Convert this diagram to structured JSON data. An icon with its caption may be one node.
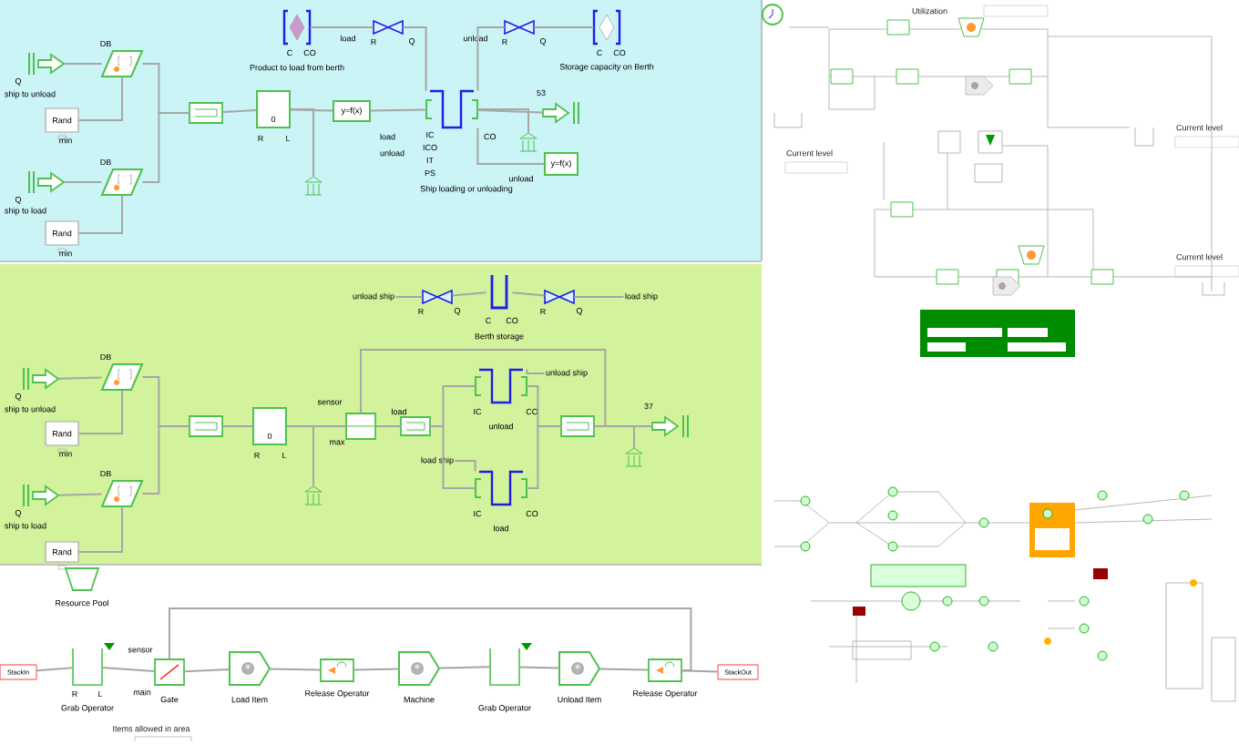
{
  "diagram": {
    "nodes": [
      {
        "text": [],
        "shape": "arrow",
        "beside": [
          "Q",
          "ship to unload"
        ]
      },
      {
        "text": [],
        "shape": "parallelogram",
        "beside": [
          "DB"
        ]
      },
      {
        "text": [
          "Rand"
        ],
        "beside": [
          "min"
        ]
      },
      {
        "text": [],
        "shape": "arrow",
        "beside": [
          "Q",
          "ship to load"
        ]
      },
      {
        "text": [],
        "shape": "parallelogram",
        "beside": [
          "DB"
        ]
      },
      {
        "text": [
          "Rand"
        ],
        "beside": [
          "min"
        ]
      },
      {
        "text": [],
        "shape": "box"
      },
      {
        "text": [
          "0"
        ],
        "beside": [
          "R",
          "L"
        ]
      },
      {
        "text": [
          "y=f(x)"
        ],
        "beside": [
          "load",
          "unload"
        ]
      },
      {
        "text": [],
        "shape": "container",
        "beside": [
          "IC",
          "ICO",
          "IT",
          "PS",
          "Ship loading or unloading",
          "CO"
        ]
      },
      {
        "text": [],
        "shape": "arrow",
        "beside": [
          "53"
        ]
      },
      {
        "text": [
          "y=f(x)"
        ],
        "beside": [
          "unload"
        ]
      },
      {
        "text": [],
        "shape": "diamond",
        "beside": [
          "C",
          "CO",
          "Product to load from berth"
        ]
      },
      {
        "text": [],
        "shape": "valve",
        "beside": [
          "load",
          "R",
          "Q"
        ]
      },
      {
        "text": [],
        "shape": "valve",
        "beside": [
          "unload",
          "R",
          "Q"
        ]
      },
      {
        "text": [],
        "shape": "diamond",
        "beside": [
          "C",
          "CO",
          "Storage capacity on Berth"
        ]
      },
      {
        "text": [],
        "shape": "building"
      },
      {
        "text": [],
        "shape": "building"
      },
      {
        "text": [],
        "shape": "arrow",
        "beside": [
          "Q",
          "ship to unload"
        ]
      },
      {
        "text": [],
        "shape": "parallelogram",
        "beside": [
          "DB"
        ]
      },
      {
        "text": [
          "Rand"
        ],
        "beside": [
          "min"
        ]
      },
      {
        "text": [],
        "shape": "arrow",
        "beside": [
          "Q",
          "ship to load"
        ]
      },
      {
        "text": [],
        "shape": "parallelogram",
        "beside": [
          "DB"
        ]
      },
      {
        "text": [
          "Rand"
        ]
      },
      {
        "text": [],
        "shape": "box"
      },
      {
        "text": [
          "0"
        ],
        "beside": [
          "R",
          "L"
        ]
      },
      {
        "text": [],
        "shape": "box",
        "beside": [
          "sensor",
          "max"
        ]
      },
      {
        "text": [],
        "shape": "box",
        "beside": [
          "load"
        ]
      },
      {
        "text": [],
        "shape": "container",
        "beside": [
          "IC",
          "CO",
          "unload"
        ]
      },
      {
        "text": [],
        "shape": "container",
        "beside": [
          "IC",
          "CO",
          "load"
        ]
      },
      {
        "text": [],
        "shape": "box"
      },
      {
        "text": [],
        "shape": "arrow",
        "beside": [
          "37"
        ]
      },
      {
        "text": [],
        "shape": "building"
      },
      {
        "text": [],
        "shape": "building"
      },
      {
        "text": [
          "unload ship"
        ]
      },
      {
        "text": [],
        "shape": "valve",
        "beside": [
          "R",
          "Q"
        ]
      },
      {
        "text": [],
        "shape": "container",
        "beside": [
          "C",
          "CO",
          "Berth storage"
        ]
      },
      {
        "text": [],
        "shape": "valve",
        "beside": [
          "R",
          "Q"
        ]
      },
      {
        "text": [
          "load ship"
        ]
      },
      {
        "text": [
          "unload ship"
        ]
      },
      {
        "text": [
          "load ship"
        ]
      },
      {
        "text": [],
        "shape": "trapezoid",
        "beside": [
          "Resource Pool"
        ]
      },
      {
        "text": [
          "StackIn"
        ]
      },
      {
        "text": [],
        "shape": "container",
        "beside": [
          "R",
          "L",
          "Grab Operator"
        ]
      },
      {
        "text": [],
        "shape": "box",
        "beside": [
          "sensor",
          "main",
          "Gate"
        ]
      },
      {
        "text": [],
        "shape": "pentagon",
        "beside": [
          "Load Item"
        ]
      },
      {
        "text": [],
        "shape": "box",
        "beside": [
          "Release Operator"
        ]
      },
      {
        "text": [],
        "shape": "pentagon",
        "beside": [
          "Machine"
        ]
      },
      {
        "text": [],
        "shape": "container",
        "beside": [
          "Grab Operator"
        ]
      },
      {
        "text": [],
        "shape": "pentagon",
        "beside": [
          "Unload Item"
        ]
      },
      {
        "text": [],
        "shape": "box",
        "beside": [
          "Release Operator"
        ]
      },
      {
        "text": [
          "StackOut"
        ]
      }
    ],
    "edges": [
      {
        "from": 0,
        "to": 1,
        "arrow": "none"
      },
      {
        "from": 2,
        "to": 1,
        "arrow": "none"
      },
      {
        "from": 1,
        "to": 6,
        "arrow": "none"
      },
      {
        "from": 3,
        "to": 4,
        "arrow": "none"
      },
      {
        "from": 5,
        "to": 4,
        "arrow": "none"
      },
      {
        "from": 4,
        "to": 6,
        "arrow": "none"
      },
      {
        "from": 6,
        "to": 7,
        "arrow": "none"
      },
      {
        "from": 7,
        "to": 16,
        "arrow": "none"
      },
      {
        "from": 7,
        "to": 8,
        "arrow": "none"
      },
      {
        "from": 8,
        "to": 9,
        "arrow": "none"
      },
      {
        "from": 9,
        "to": 10,
        "arrow": "none"
      },
      {
        "from": 9,
        "to": 17,
        "arrow": "none"
      },
      {
        "from": 12,
        "to": 13,
        "arrow": "none"
      },
      {
        "from": 13,
        "to": 9,
        "arrow": "none"
      },
      {
        "from": 15,
        "to": 14,
        "arrow": "none"
      },
      {
        "from": 14,
        "to": 9,
        "arrow": "none"
      },
      {
        "from": 9,
        "to": 11,
        "arrow": "none"
      },
      {
        "from": 34,
        "to": 35,
        "arrow": "none"
      },
      {
        "from": 35,
        "to": 36,
        "arrow": "none"
      },
      {
        "from": 36,
        "to": 37,
        "arrow": "none"
      },
      {
        "from": 37,
        "to": 38,
        "arrow": "none"
      },
      {
        "from": 18,
        "to": 19,
        "arrow": "none"
      },
      {
        "from": 20,
        "to": 19,
        "arrow": "none"
      },
      {
        "from": 19,
        "to": 24,
        "arrow": "none"
      },
      {
        "from": 21,
        "to": 22,
        "arrow": "none"
      },
      {
        "from": 23,
        "to": 22,
        "arrow": "none"
      },
      {
        "from": 22,
        "to": 24,
        "arrow": "none"
      },
      {
        "from": 24,
        "to": 25,
        "arrow": "none"
      },
      {
        "from": 25,
        "to": 32,
        "arrow": "none"
      },
      {
        "from": 25,
        "to": 26,
        "arrow": "none"
      },
      {
        "from": 26,
        "to": 27,
        "arrow": "none"
      },
      {
        "from": 27,
        "to": 28,
        "arrow": "none"
      },
      {
        "from": 27,
        "to": 29,
        "arrow": "none"
      },
      {
        "from": 28,
        "to": 30,
        "arrow": "none"
      },
      {
        "from": 29,
        "to": 30,
        "arrow": "none"
      },
      {
        "from": 30,
        "to": 31,
        "arrow": "none"
      },
      {
        "from": 30,
        "to": 33,
        "arrow": "none"
      },
      {
        "from": 30,
        "to": 26,
        "arrow": "none"
      },
      {
        "from": 39,
        "to": 28,
        "arrow": "none"
      },
      {
        "from": 40,
        "to": 29,
        "arrow": "none"
      },
      {
        "from": 42,
        "to": 43,
        "arrow": "none"
      },
      {
        "from": 43,
        "to": 44,
        "arrow": "none"
      },
      {
        "from": 44,
        "to": 45,
        "arrow": "none"
      },
      {
        "from": 45,
        "to": 46,
        "arrow": "none"
      },
      {
        "from": 46,
        "to": 47,
        "arrow": "none"
      },
      {
        "from": 47,
        "to": 48,
        "arrow": "none"
      },
      {
        "from": 48,
        "to": 49,
        "arrow": "none"
      },
      {
        "from": 49,
        "to": 50,
        "arrow": "none"
      },
      {
        "from": 50,
        "to": 51,
        "arrow": "none"
      },
      {
        "from": 50,
        "to": 44,
        "arrow": "none"
      }
    ],
    "labels": [
      "Items allowed in area",
      "Utilization",
      "Current level",
      "Current level",
      "Current level"
    ]
  }
}
